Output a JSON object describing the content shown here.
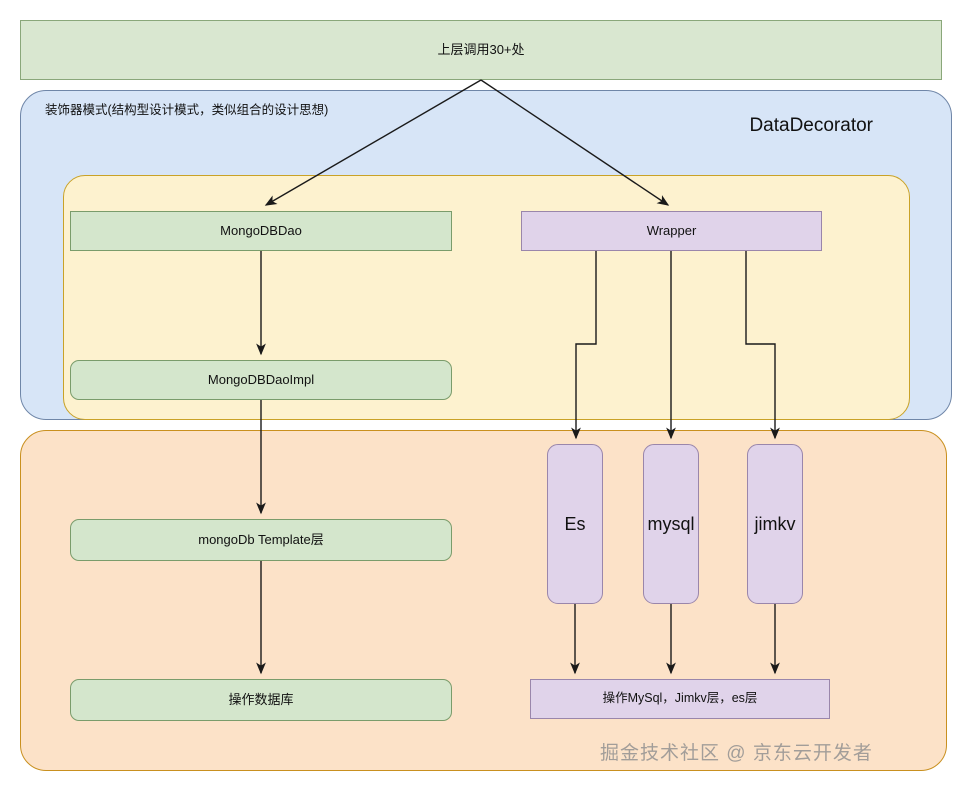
{
  "diagram": {
    "title": "DataDecorator",
    "top_caller": {
      "label": "上层调用30+处"
    },
    "decorator_container": {
      "subtitle": "装饰器模式(结构型设计模式，类似组合的设计思想)",
      "title": "DataDecorator"
    },
    "nodes": {
      "mongodbdao": "MongoDBDao",
      "wrapper": "Wrapper",
      "mongodbdaoimpl": "MongoDBDaoImpl",
      "mongodb_template": "mongoDb Template层",
      "operate_db": "操作数据库",
      "es": "Es",
      "mysql": "mysql",
      "jimkv": "jimkv",
      "operate_stores": "操作MySql，Jimkv层，es层"
    },
    "watermark": "掘金技术社区 @ 京东云开发者",
    "colors": {
      "green_fill": "#d4e6cc",
      "green_stroke": "#7a9c6b",
      "purple_fill": "#e0d3ea",
      "purple_stroke": "#9a86ab",
      "blue_fill": "#d7e5f7",
      "blue_stroke": "#6f86a8",
      "yellow_fill": "#fdf2cf",
      "yellow_stroke": "#c9a227",
      "orange_fill": "#fce2c8",
      "orange_stroke": "#c9901f",
      "arrow": "#1a1a1a",
      "background": "#ffffff"
    }
  }
}
